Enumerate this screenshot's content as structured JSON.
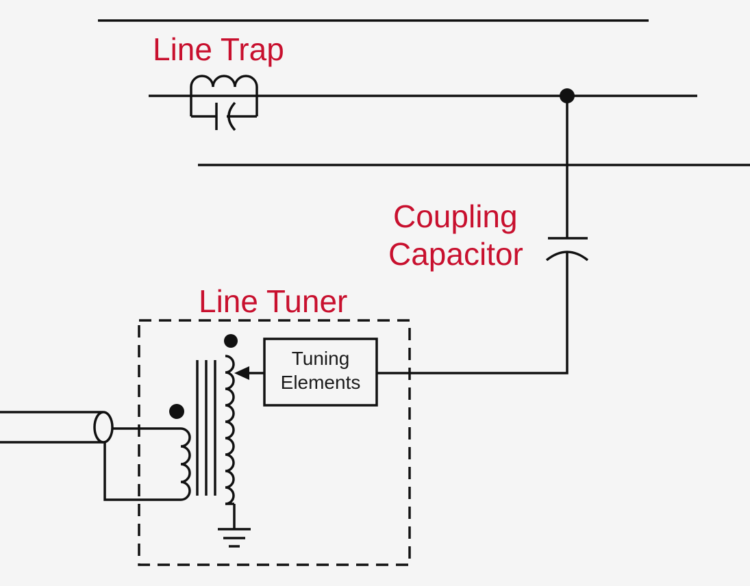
{
  "labels": {
    "line_trap": "Line Trap",
    "coupling_capacitor_line1": "Coupling",
    "coupling_capacitor_line2": "Capacitor",
    "line_tuner": "Line Tuner",
    "tuning_elements_line1": "Tuning",
    "tuning_elements_line2": "Elements"
  },
  "colors": {
    "label": "#c8102e",
    "wire": "#111111",
    "background": "#f5f5f5"
  }
}
